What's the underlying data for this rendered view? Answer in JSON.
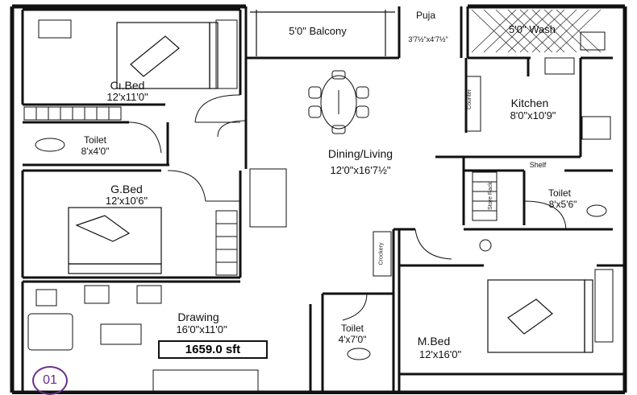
{
  "rooms": {
    "child_bed": {
      "name": "Cı.Bed",
      "dim": "12'x11'0\""
    },
    "balcony": {
      "label": "5'0\" Balcony"
    },
    "puja": {
      "name": "Puja",
      "dim": "3'7½\"x4'7½\""
    },
    "wash": {
      "label": "5'0\" Wash"
    },
    "kitchen": {
      "name": "Kitchen",
      "dim": "8'0\"x10'9\""
    },
    "counter": {
      "label": "Counter"
    },
    "toilet_1": {
      "name": "Toilet",
      "dim": "8'x4'0\""
    },
    "dining_living": {
      "name": "Dining/Living",
      "dim": "12'0\"x16'7½\""
    },
    "shelf": {
      "label": "Shelf"
    },
    "store": {
      "label": "Store Rack"
    },
    "g_bed": {
      "name": "G.Bed",
      "dim": "12'x10'6\""
    },
    "toilet_2": {
      "name": "Toilet",
      "dim": "8'x5'6\""
    },
    "crockery": {
      "label": "Crockery"
    },
    "drawing": {
      "name": "Drawing",
      "dim": "16'0\"x11'0\""
    },
    "toilet_3": {
      "name": "Toilet",
      "dim": "4'x7'0\""
    },
    "m_bed": {
      "name": "M.Bed",
      "dim": "12'x16'0\""
    }
  },
  "area": "1659.0 sft",
  "unit_number": "01",
  "colors": {
    "wall": "#111111",
    "badge": "#6a2d8f"
  }
}
